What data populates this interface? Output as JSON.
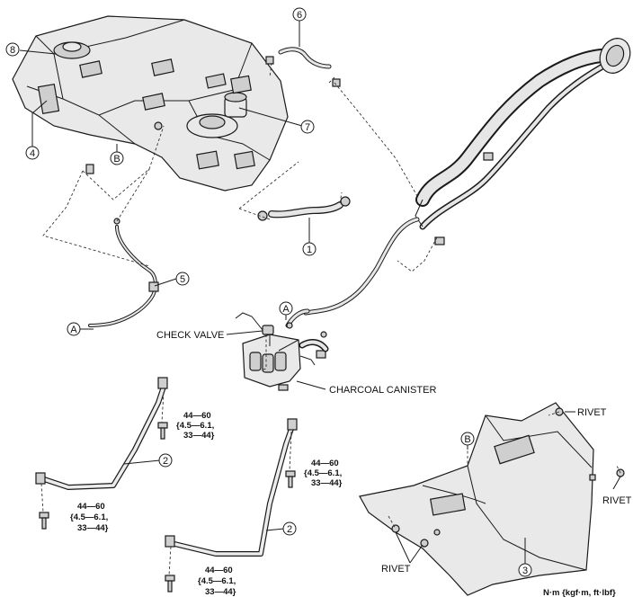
{
  "callouts": {
    "c1": "1",
    "c2a": "2",
    "c2b": "2",
    "c3": "3",
    "c4": "4",
    "c5": "5",
    "c6": "6",
    "c7": "7",
    "c8": "8",
    "cA1": "A",
    "cA2": "A",
    "cB1": "B",
    "cB2": "B"
  },
  "labels": {
    "check_valve": "CHECK VALVE",
    "charcoal_canister": "CHARCOAL CANISTER",
    "rivet_1": "RIVET",
    "rivet_2": "RIVET",
    "rivet_3": "RIVET"
  },
  "torque_specs": [
    {
      "line1": "44—60",
      "line2": "{4.5—6.1,",
      "line3": "33—44}"
    },
    {
      "line1": "44—60",
      "line2": "{4.5—6.1,",
      "line3": "33—44}"
    },
    {
      "line1": "44—60",
      "line2": "{4.5—6.1,",
      "line3": "33—44}"
    },
    {
      "line1": "44—60",
      "line2": "{4.5—6.1,",
      "line3": "33—44}"
    }
  ],
  "units_note": "N·m {kgf·m, ft·lbf}"
}
